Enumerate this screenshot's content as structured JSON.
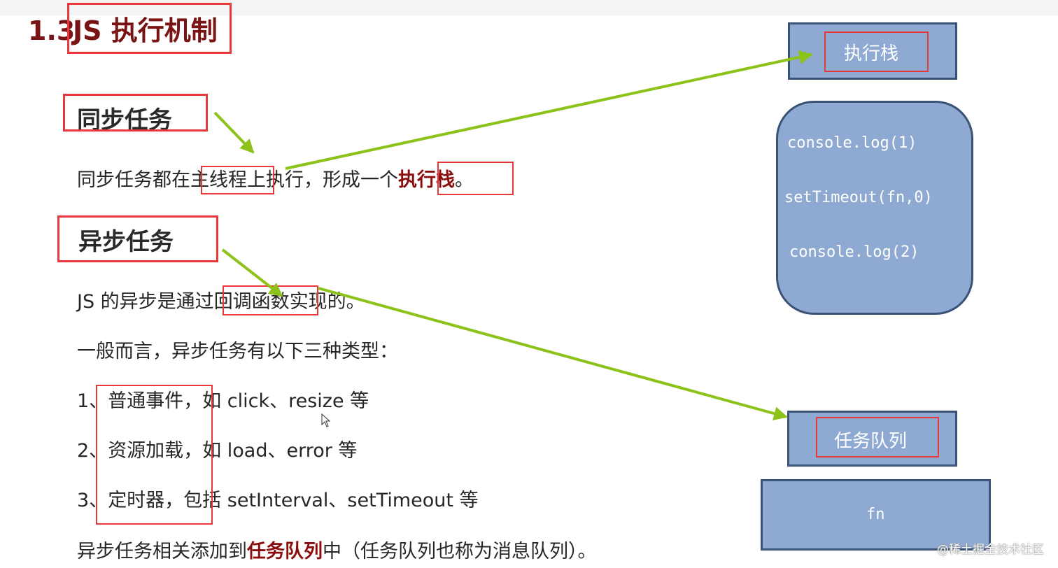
{
  "slide": {
    "section_number": "1.3",
    "section_title": "JS 执行机制",
    "sync": {
      "heading": "同步任务",
      "line_pre": "同步任务都在",
      "line_key": "主线程",
      "line_mid": "上执行，形成一个",
      "line_strong": "执行栈",
      "line_end": "。"
    },
    "async": {
      "heading": "异步任务",
      "line1_pre": "JS 的异步是通过",
      "line1_key": "回调函数",
      "line1_end": "实现的。",
      "line2": "一般而言，异步任务有以下三种类型：",
      "items": [
        {
          "num": "1、",
          "name": "普通事件",
          "rest": "，如 click、resize 等"
        },
        {
          "num": "2、",
          "name": "资源加载",
          "rest": "，如 load、error 等"
        },
        {
          "num": "3、",
          "name": "定时器",
          "rest": "，包括 setInterval、setTimeout 等"
        }
      ],
      "last_pre": "异步任务相关添加到",
      "last_strong": "任务队列",
      "last_end": "中（任务队列也称为消息队列）。"
    }
  },
  "diagram": {
    "exec_stack_label": "执行栈",
    "stack_items": [
      "console.log(1)",
      "setTimeout(fn,0)",
      "console.log(2)"
    ],
    "task_queue_label": "任务队列",
    "queue_item": "fn"
  },
  "watermark": "@稀土掘金技术社区",
  "colors": {
    "title_color": "#7a1414",
    "highlight_box": "#e8383b",
    "arrow": "#8cc21a",
    "diagram_fill": "#8faad2",
    "diagram_border": "#3a5276"
  }
}
